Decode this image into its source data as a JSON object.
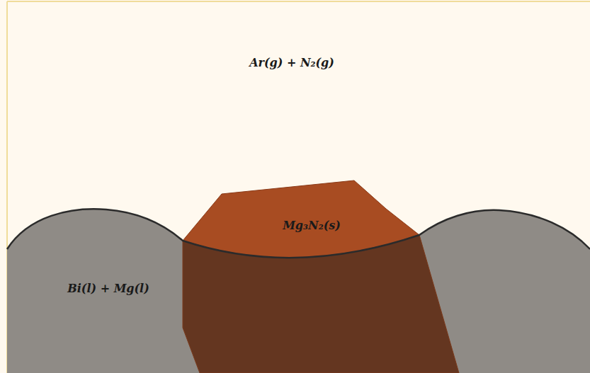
{
  "diagram": {
    "labels": [
      "Ar(g) + N₂(g)",
      "Mg₃N₂(s)",
      "Bi(l) + Mg(l)"
    ]
  }
}
